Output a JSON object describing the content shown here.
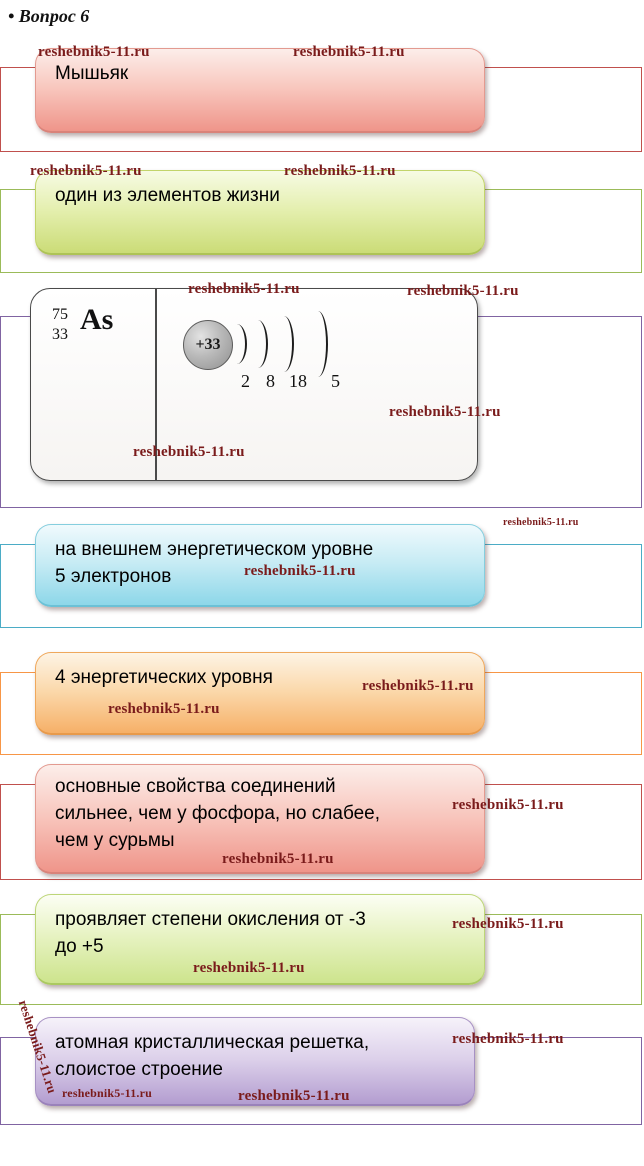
{
  "page": {
    "title": "• Вопрос 6",
    "watermark": "reshebnik5-11.ru"
  },
  "boxes": [
    {
      "id": "arsenic-name",
      "text": "Мышьяк"
    },
    {
      "id": "element-of-life",
      "text": "один из элементов жизни"
    },
    {
      "id": "outer-level",
      "text": "на внешнем энергетическом уровне\n5 электронов"
    },
    {
      "id": "energy-levels",
      "text": "4 энергетических уровня"
    },
    {
      "id": "basic-properties",
      "text": "основные свойства соединений\nсильнее, чем у фосфора, но слабее,\nчем у сурьмы"
    },
    {
      "id": "oxidation-states",
      "text": "проявляет степени окисления от -3\nдо +5"
    },
    {
      "id": "crystal-lattice",
      "text": "атомная кристаллическая решетка,\nслоистое строение"
    }
  ],
  "atom": {
    "mass_number": "75",
    "atomic_number": "33",
    "symbol": "As",
    "nucleus_charge": "+33",
    "shell_electrons": [
      "2",
      "8",
      "18",
      "5"
    ]
  },
  "colors": {
    "red_border": "#c0504d",
    "olive_border": "#9bbb59",
    "purple_border": "#8064a2",
    "cyan_border": "#4bacc6",
    "orange_border": "#f79646",
    "watermark_text": "#7a1b1b"
  }
}
